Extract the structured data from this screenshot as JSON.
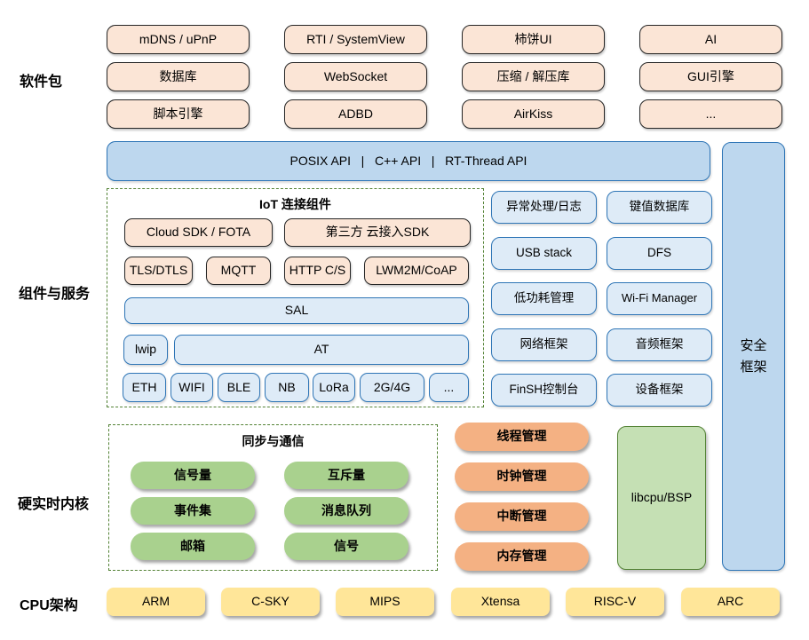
{
  "colors": {
    "peach_fill": "#FBE5D6",
    "peach_border": "#262626",
    "blue_light_fill": "#DEEBF7",
    "blue_mid_fill": "#BDD7EE",
    "blue_border": "#2E75B6",
    "green_pill_fill": "#A9D18E",
    "libcpu_fill": "#C5E0B4",
    "green_border": "#538235",
    "orange_pill_fill": "#F4B183",
    "yellow_fill": "#FFE699",
    "dashed_border": "#538235"
  },
  "side_labels": {
    "packages": "软件包",
    "components": "组件与服务",
    "kernel": "硬实时内核",
    "cpu": "CPU架构"
  },
  "packages": {
    "grid": [
      [
        "mDNS / uPnP",
        "RTI / SystemView",
        "柿饼UI",
        "AI"
      ],
      [
        "数据库",
        "WebSocket",
        "压缩 / 解压库",
        "GUI引擎"
      ],
      [
        "脚本引擎",
        "ADBD",
        "AirKiss",
        "..."
      ]
    ]
  },
  "api_bar": {
    "label": "POSIX API   |   C++ API   |   RT-Thread API"
  },
  "iot": {
    "title": "IoT 连接组件",
    "cloud_sdk": "Cloud SDK / FOTA",
    "third_party_sdk": "第三方 云接入SDK",
    "protocols": [
      "TLS/DTLS",
      "MQTT",
      "HTTP C/S",
      "LWM2M/CoAP"
    ],
    "sal": "SAL",
    "lwip": "lwip",
    "at": "AT",
    "links": [
      "ETH",
      "WIFI",
      "BLE",
      "NB",
      "LoRa",
      "2G/4G",
      "..."
    ]
  },
  "services": {
    "grid": [
      [
        "异常处理/日志",
        "键值数据库"
      ],
      [
        "USB stack",
        "DFS"
      ],
      [
        "低功耗管理",
        "Wi-Fi Manager"
      ],
      [
        "网络框架",
        "音频框架"
      ],
      [
        "FinSH控制台",
        "设备框架"
      ]
    ]
  },
  "security": {
    "label": "安全框架"
  },
  "kernel": {
    "sync_title": "同步与通信",
    "sync_grid": [
      [
        "信号量",
        "互斥量"
      ],
      [
        "事件集",
        "消息队列"
      ],
      [
        "邮箱",
        "信号"
      ]
    ],
    "managers": [
      "线程管理",
      "时钟管理",
      "中断管理",
      "内存管理"
    ],
    "libcpu": "libcpu/BSP"
  },
  "cpu": {
    "archs": [
      "ARM",
      "C-SKY",
      "MIPS",
      "Xtensa",
      "RISC-V",
      "ARC"
    ]
  }
}
